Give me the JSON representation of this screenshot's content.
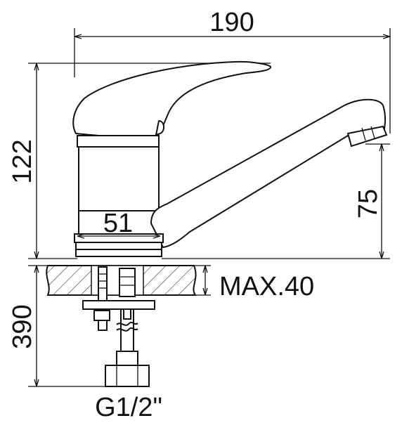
{
  "dimensions": {
    "total_width": "190",
    "total_height": "122",
    "spout_height": "75",
    "base_diameter": "51",
    "max_counter_thickness": "MAX.40",
    "hose_length": "390",
    "connection_thread": "G1/2\""
  }
}
